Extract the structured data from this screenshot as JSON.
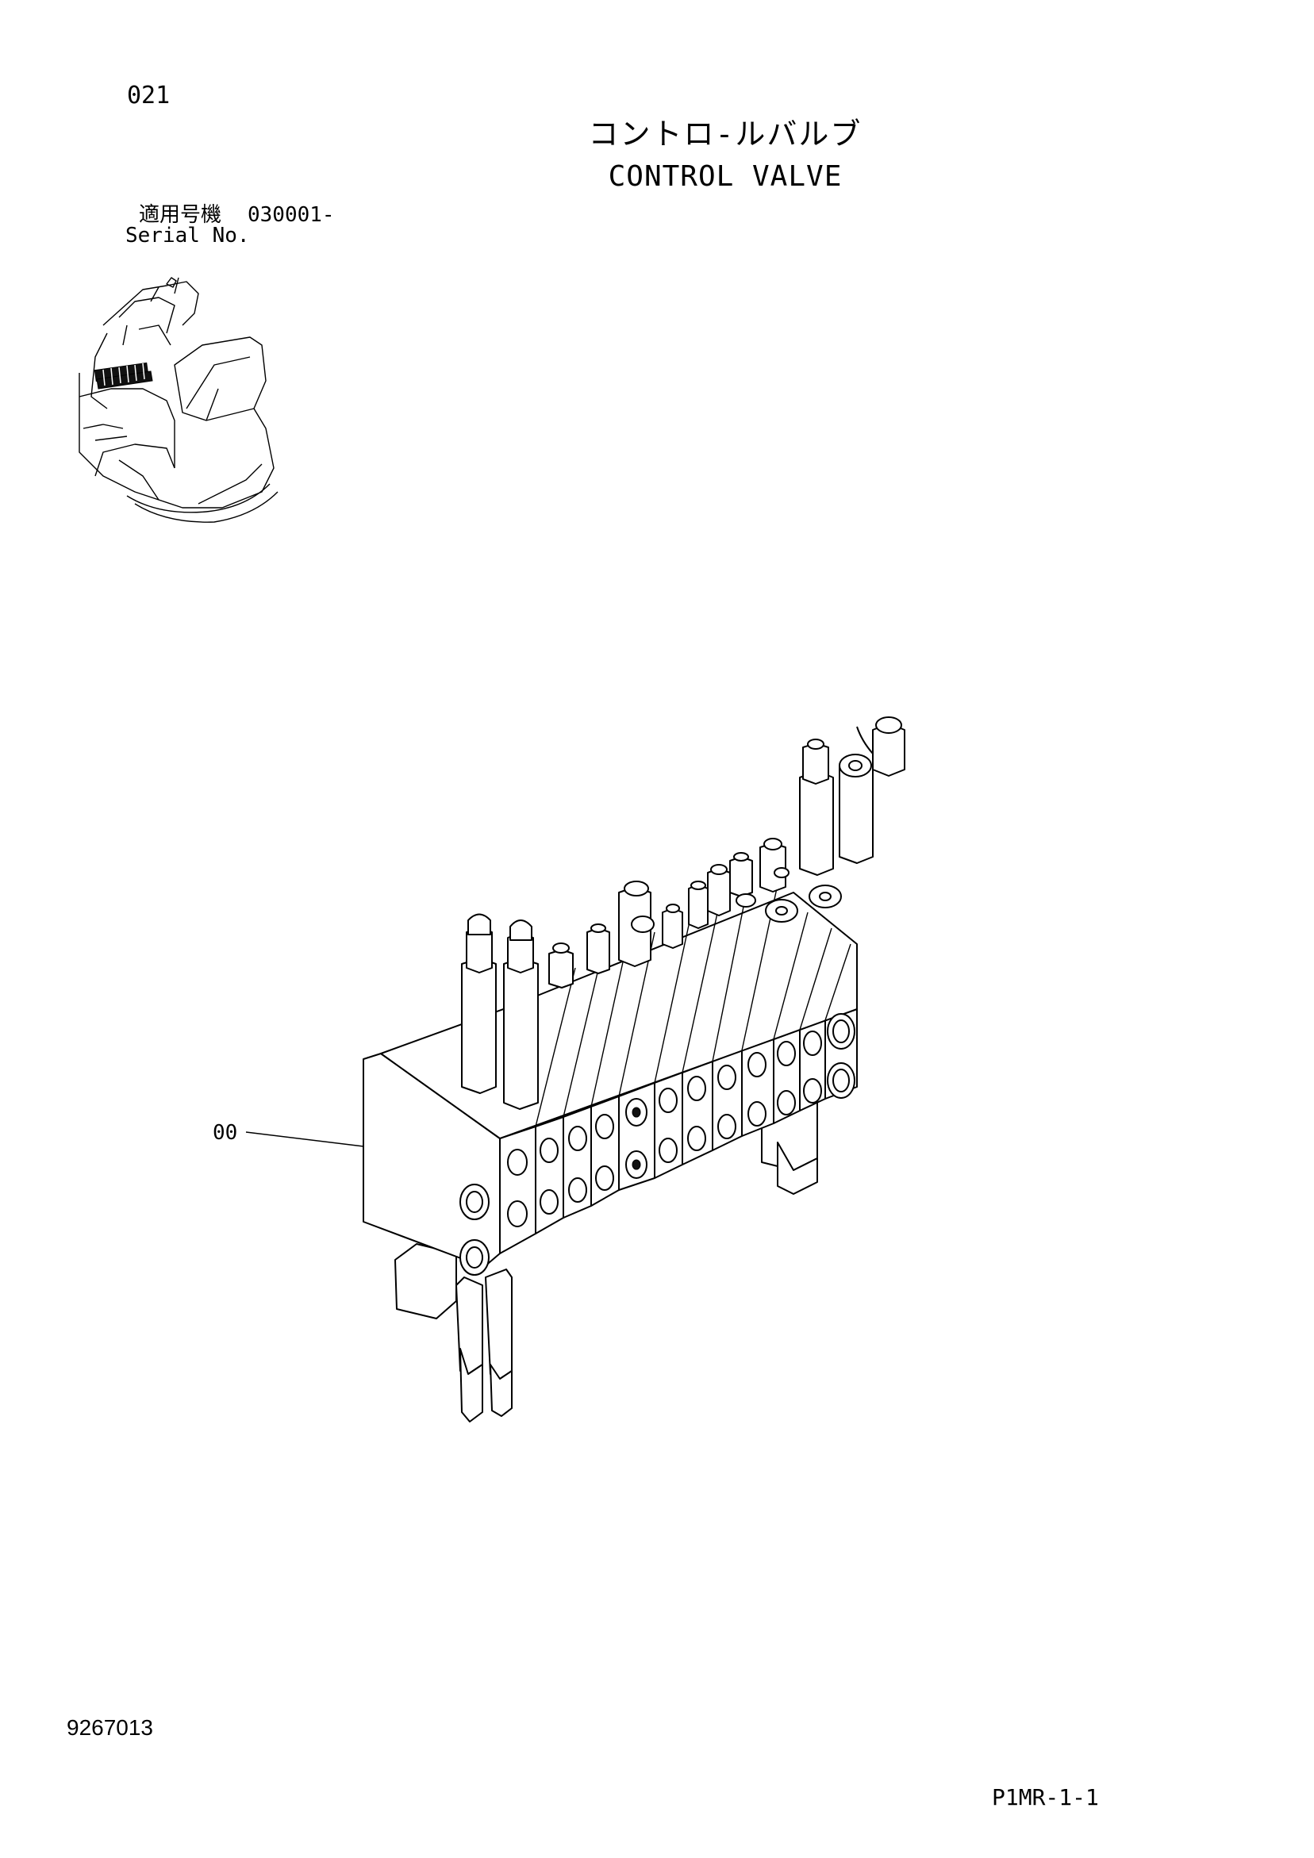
{
  "header": {
    "page_number": "021",
    "title_jp": "コントロ-ルバルブ",
    "title_en": "CONTROL VALVE"
  },
  "serial": {
    "label_jp": "適用号機",
    "value": "030001-",
    "label_en": "Serial No."
  },
  "callouts": {
    "valve": "00"
  },
  "footer": {
    "doc_number": "9267013",
    "page_code": "P1MR-1-1"
  }
}
